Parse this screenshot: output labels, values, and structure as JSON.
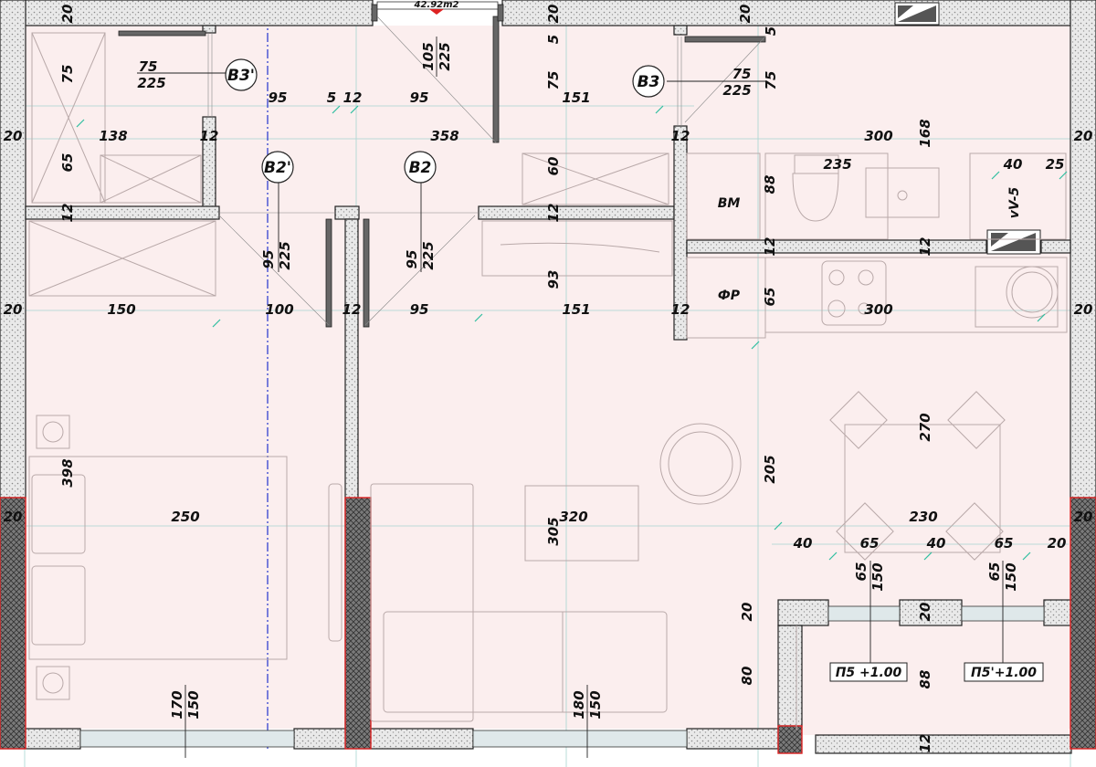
{
  "plan": {
    "area_label": "42.92m2",
    "door_tags": [
      "B3'",
      "B2'",
      "B2",
      "B3"
    ],
    "window_tags": [
      "П5 +1.00",
      "П5'+1.00"
    ],
    "fixture_labels": {
      "washer": "BM",
      "fridge": "ФР",
      "vent": "vV-5"
    },
    "door_dims": {
      "b3p_w": "75",
      "b3p_h": "225",
      "b3_w": "75",
      "b3_h": "225",
      "top_w": "105",
      "top_h": "225",
      "b2p_w": "95",
      "b2p_h": "225",
      "b2_w": "95",
      "b2_h": "225"
    },
    "window_dims": {
      "p5_w": "65",
      "p5_h": "150",
      "p5p_w": "65",
      "p5p_h": "150",
      "bed_w": "170",
      "bed_h": "150",
      "liv_w": "180",
      "liv_h": "150"
    },
    "dims": {
      "w20_tl": "20",
      "w20_tm": "20",
      "w20_tr": "20",
      "w5_top": "5",
      "w5_right": "5",
      "h75_bath": "75",
      "h75_hall": "75",
      "h75_kit": "75",
      "h95_a": "95",
      "h5_mid": "5",
      "h12_mid": "12",
      "h95_b": "95",
      "h151_top": "151",
      "w20_l1": "20",
      "w138": "138",
      "w12_a": "12",
      "w358": "358",
      "w12_b": "12",
      "w300_top": "300",
      "h168": "168",
      "w20_r1": "20",
      "h65_bath": "65",
      "h60_hall": "60",
      "w235": "235",
      "w40_top": "40",
      "w25": "25",
      "h88_bm": "88",
      "h12_l": "12",
      "h12_c": "12",
      "h12_r1": "12",
      "h12_r2": "12",
      "h93": "93",
      "h65_fr": "65",
      "w20_l2": "20",
      "w150": "150",
      "w100": "100",
      "w12_c": "12",
      "w95_c": "95",
      "w151_mid": "151",
      "w12_d": "12",
      "w300_mid": "300",
      "w20_r2": "20",
      "h270": "270",
      "h398": "398",
      "h205": "205",
      "w20_l3": "20",
      "w250": "250",
      "w320": "320",
      "h305": "305",
      "w230": "230",
      "w20_r3": "20",
      "w40_a": "40",
      "w65_a": "65",
      "w40_b": "40",
      "w65_b": "65",
      "w20_r4": "20",
      "h20_bal_a": "20",
      "h20_bal_b": "20",
      "h80": "80",
      "h88_bal": "88",
      "h12_bot": "12"
    }
  }
}
